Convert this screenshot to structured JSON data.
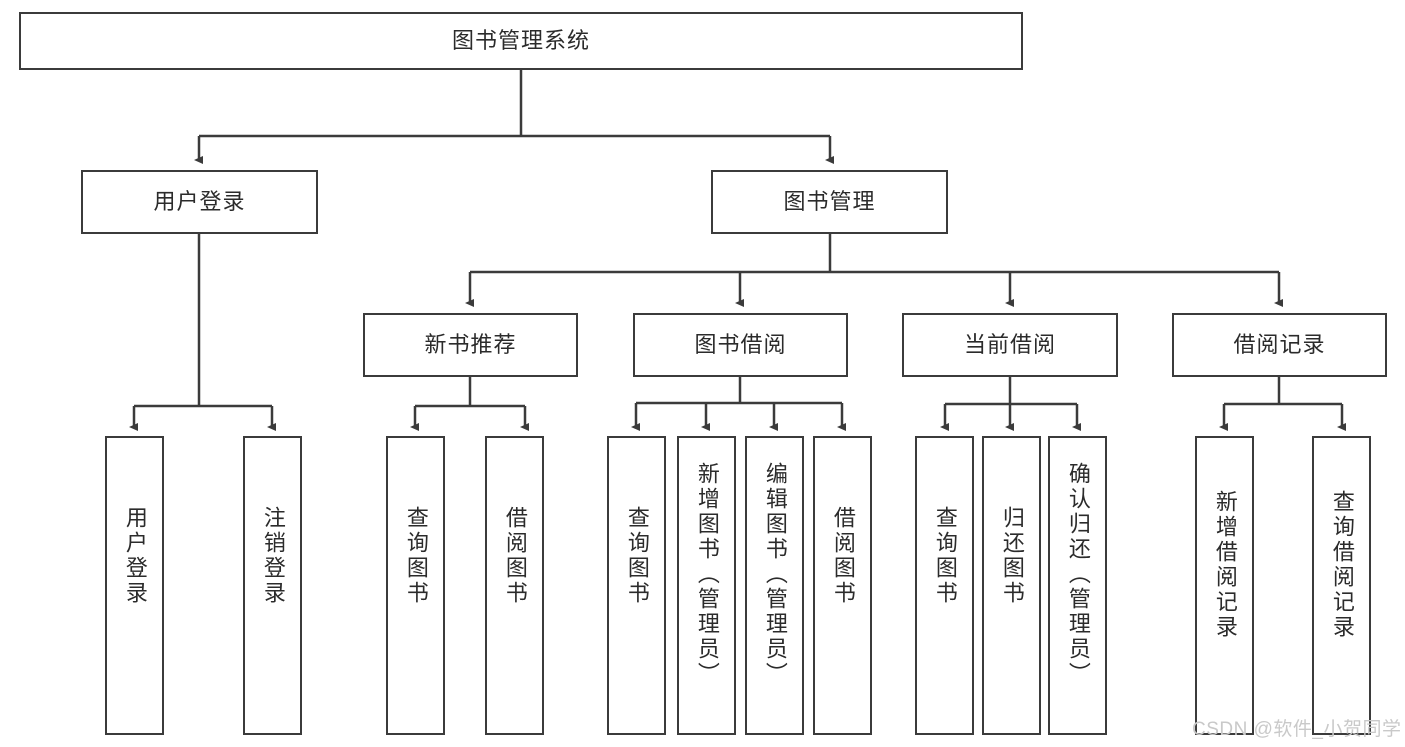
{
  "diagram": {
    "title_node": {
      "label": "图书管理系统"
    },
    "level1": [
      {
        "id": "user-login",
        "label": "用户登录"
      },
      {
        "id": "book-management",
        "label": "图书管理"
      }
    ],
    "level2": [
      {
        "id": "new-book-recommend",
        "label": "新书推荐"
      },
      {
        "id": "book-borrow",
        "label": "图书借阅"
      },
      {
        "id": "current-borrow",
        "label": "当前借阅"
      },
      {
        "id": "borrow-record",
        "label": "借阅记录"
      }
    ],
    "leaves": {
      "user_login": [
        {
          "id": "leaf-user-login",
          "label": "用户登录"
        },
        {
          "id": "leaf-logout-login",
          "label": "注销登录"
        }
      ],
      "new_book_recommend": [
        {
          "id": "leaf-query-book-1",
          "label": "查询图书"
        },
        {
          "id": "leaf-borrow-book-1",
          "label": "借阅图书"
        }
      ],
      "book_borrow": [
        {
          "id": "leaf-query-book-2",
          "label": "查询图书"
        },
        {
          "id": "leaf-add-book",
          "label": "新增图书（管理员）"
        },
        {
          "id": "leaf-edit-book",
          "label": "编辑图书（管理员）"
        },
        {
          "id": "leaf-borrow-book-2",
          "label": "借阅图书"
        }
      ],
      "current_borrow": [
        {
          "id": "leaf-query-book-3",
          "label": "查询图书"
        },
        {
          "id": "leaf-return-book",
          "label": "归还图书"
        },
        {
          "id": "leaf-confirm-return",
          "label": "确认归还（管理员）"
        }
      ],
      "borrow_record": [
        {
          "id": "leaf-add-record",
          "label": "新增借阅记录"
        },
        {
          "id": "leaf-query-record",
          "label": "查询借阅记录"
        }
      ]
    },
    "watermark": "CSDN @软件_小贺同学",
    "colors": {
      "stroke": "#3b3b3b",
      "text": "#2b2b2b",
      "background": "#ffffff",
      "watermark": "#c9c9c9"
    }
  }
}
